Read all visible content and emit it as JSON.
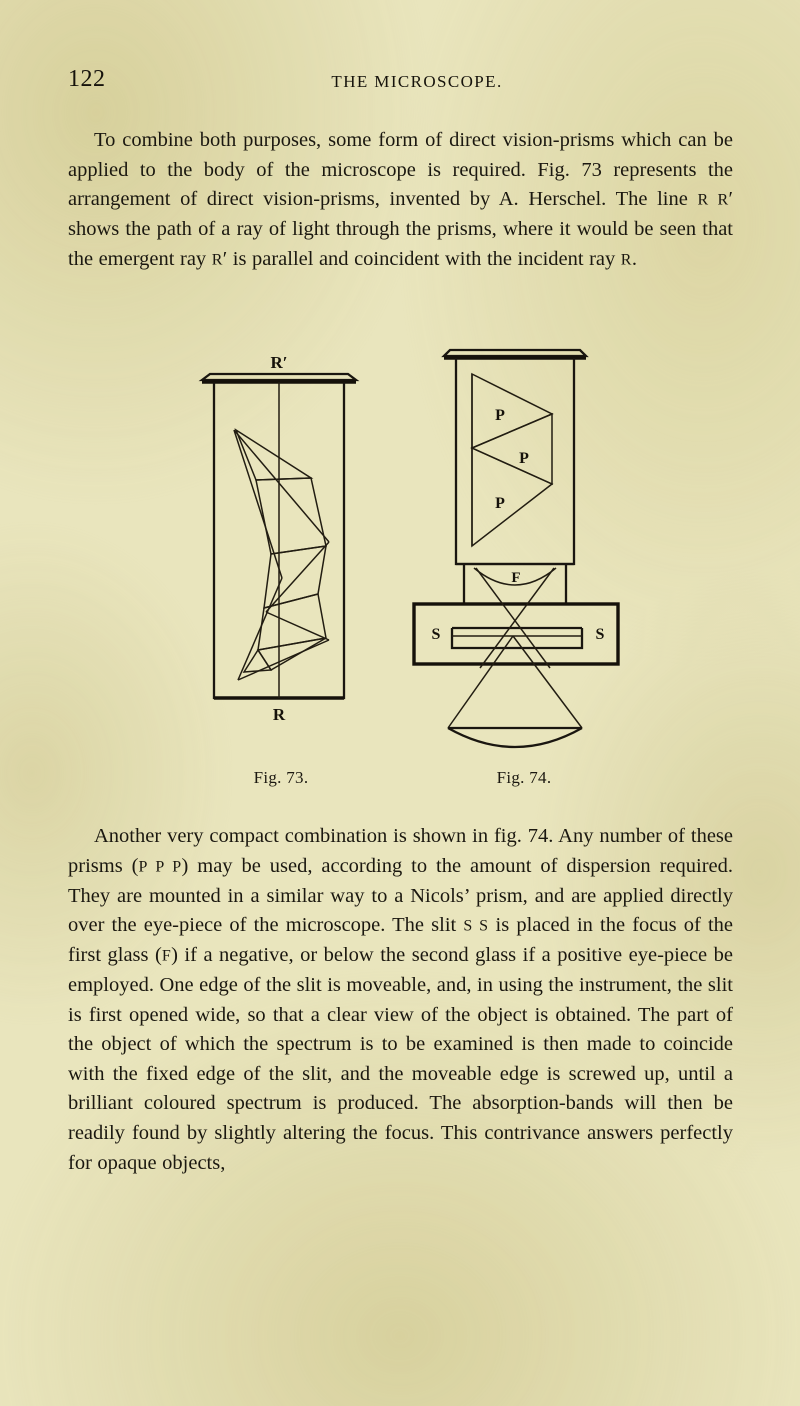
{
  "page": {
    "folio": "122",
    "running_title": "THE MICROSCOPE.",
    "background_color": "#e9e5bd",
    "ink_color": "#1b1810"
  },
  "body": {
    "paragraph_one_parts": {
      "a": "To combine both purposes, some form of direct vision-prisms which can be applied to the body of the microscope is required.  Fig. 73 represents the arrangement of direct vision-prisms, invented by A. Herschel.  The line ",
      "sc1": "R R",
      "prime1": "′",
      "b": " shows the path of a ray of light through the prisms, where it would be seen that the emergent ray ",
      "sc2": "R",
      "prime2": "′",
      "c": " is parallel and coincident with the incident ray ",
      "sc3": "R",
      "d": "."
    },
    "paragraph_one_plain": "To combine both purposes, some form of direct vision-prisms which can be applied to the body of the microscope is required. Fig. 73 represents the arrangement of direct vision-prisms, invented by A. Herschel. The line R R′ shows the path of a ray of light through the prisms, where it would be seen that the emergent ray R′ is parallel and coincident with the incident ray R.",
    "paragraph_two_parts": {
      "a": "Another very compact combination is shown in fig. 74. Any number of these prisms (",
      "sc1": "P P P",
      "b": ") may be used, according to the amount of dispersion required.  They are mounted in a similar way to a Nicols’ prism, and are applied directly over the eye-piece of the microscope.  The slit ",
      "sc2": "S S",
      "c": " is placed in the focus of the first glass (",
      "sc3": "F",
      "d": ") if a negative, or below the second glass if a positive eye-piece be employed.  One edge of the slit is moveable, and, in using the instrument, the slit is first opened wide, so that a clear view of the object is obtained.  The part of the object of which the spectrum is to be examined is then made to coincide with the fixed edge of the slit, and the moveable edge is screwed up, until a brilliant coloured spectrum is produced.  The absorption-bands will then be readily found by slightly altering the focus. This contrivance answers perfectly for opaque objects,"
    },
    "paragraph_two_plain": "Another very compact combination is shown in fig. 74. Any number of these prisms (P P P) may be used, according to the amount of dispersion required. They are mounted in a similar way to a Nicols’ prism, and are applied directly over the eye-piece of the microscope. The slit S S is placed in the focus of the first glass (F) if a negative, or below the second glass if a positive eye-piece be employed. One edge of the slit is moveable, and, in using the instrument, the slit is first opened wide, so that a clear view of the object is obtained. The part of the object of which the spectrum is to be examined is then made to coincide with the fixed edge of the slit, and the moveable edge is screwed up, until a brilliant coloured spectrum is produced. The absorption-bands will then be readily found by slightly altering the focus. This contrivance answers perfectly for opaque objects,"
  },
  "figures": [
    {
      "id": "fig-73",
      "caption": "Fig. 73.",
      "description": "Direct vision-prism train mounted in a cylindrical microscope tube, showing the zig-zag path of a ray",
      "labels": {
        "top_ray": "R′",
        "bottom_ray": "R"
      }
    },
    {
      "id": "fig-74",
      "caption": "Fig. 74.",
      "description": "Compact micro-spectroscope: three prisms over an eye-piece with slit and field lens",
      "labels": {
        "prism_upper": "P",
        "prism_middle": "P",
        "prism_lower": "P",
        "first_glass": "F",
        "slit_left": "S",
        "slit_right": "S"
      }
    }
  ]
}
